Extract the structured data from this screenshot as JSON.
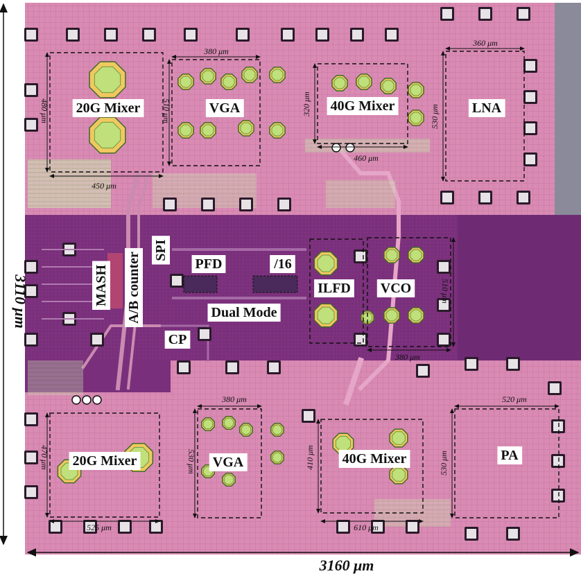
{
  "die": {
    "width_label": "3160 μm",
    "height_label": "3110 μm"
  },
  "blocks": [
    {
      "id": "rx-20g-mixer",
      "label": "20G Mixer"
    },
    {
      "id": "rx-vga",
      "label": "VGA"
    },
    {
      "id": "rx-40g-mixer",
      "label": "40G Mixer"
    },
    {
      "id": "lna",
      "label": "LNA"
    },
    {
      "id": "mash",
      "label": "MASH"
    },
    {
      "id": "ab-counter",
      "label": "A/B counter"
    },
    {
      "id": "spi",
      "label": "SPI"
    },
    {
      "id": "pfd",
      "label": "PFD"
    },
    {
      "id": "div16",
      "label": "/16"
    },
    {
      "id": "dual-mode",
      "label": "Dual Mode"
    },
    {
      "id": "cp",
      "label": "CP"
    },
    {
      "id": "ilfd",
      "label": "ILFD"
    },
    {
      "id": "vco",
      "label": "VCO"
    },
    {
      "id": "tx-20g-mixer",
      "label": "20G Mixer"
    },
    {
      "id": "tx-vga",
      "label": "VGA"
    },
    {
      "id": "tx-40g-mixer",
      "label": "40G Mixer"
    },
    {
      "id": "pa",
      "label": "PA"
    }
  ],
  "dimensions": [
    {
      "id": "dim-rx-vga-w",
      "label": "380 μm"
    },
    {
      "id": "dim-lna-w",
      "label": "360 μm"
    },
    {
      "id": "dim-rx-20g-h",
      "label": "480 μm"
    },
    {
      "id": "dim-rx-vga-h",
      "label": "510 μm"
    },
    {
      "id": "dim-rx-40g-h",
      "label": "320 μm"
    },
    {
      "id": "dim-lna-h",
      "label": "530 μm"
    },
    {
      "id": "dim-rx-20g-w",
      "label": "450 μm"
    },
    {
      "id": "dim-rx-40g-w",
      "label": "460 μm"
    },
    {
      "id": "dim-vco-h",
      "label": "510 μm"
    },
    {
      "id": "dim-vco-w",
      "label": "380 μm"
    },
    {
      "id": "dim-tx-vga-w",
      "label": "380 μm"
    },
    {
      "id": "dim-pa-w",
      "label": "520 μm"
    },
    {
      "id": "dim-tx-20g-h",
      "label": "470 μm"
    },
    {
      "id": "dim-tx-vga-h",
      "label": "530 μm"
    },
    {
      "id": "dim-tx-40g-h",
      "label": "410 μm"
    },
    {
      "id": "dim-pa-h",
      "label": "530 μm"
    },
    {
      "id": "dim-tx-20g-w",
      "label": "525 μm"
    },
    {
      "id": "dim-tx-40g-w",
      "label": "610 μm"
    }
  ],
  "colors": {
    "die_pink": "#d98bb3",
    "die_purple": "#7a2f7c",
    "pad": "#e6e2e6",
    "pad_ring": "#2a1a2a",
    "ind_green": "#bfe07a",
    "ind_ring": "#f0c860"
  }
}
